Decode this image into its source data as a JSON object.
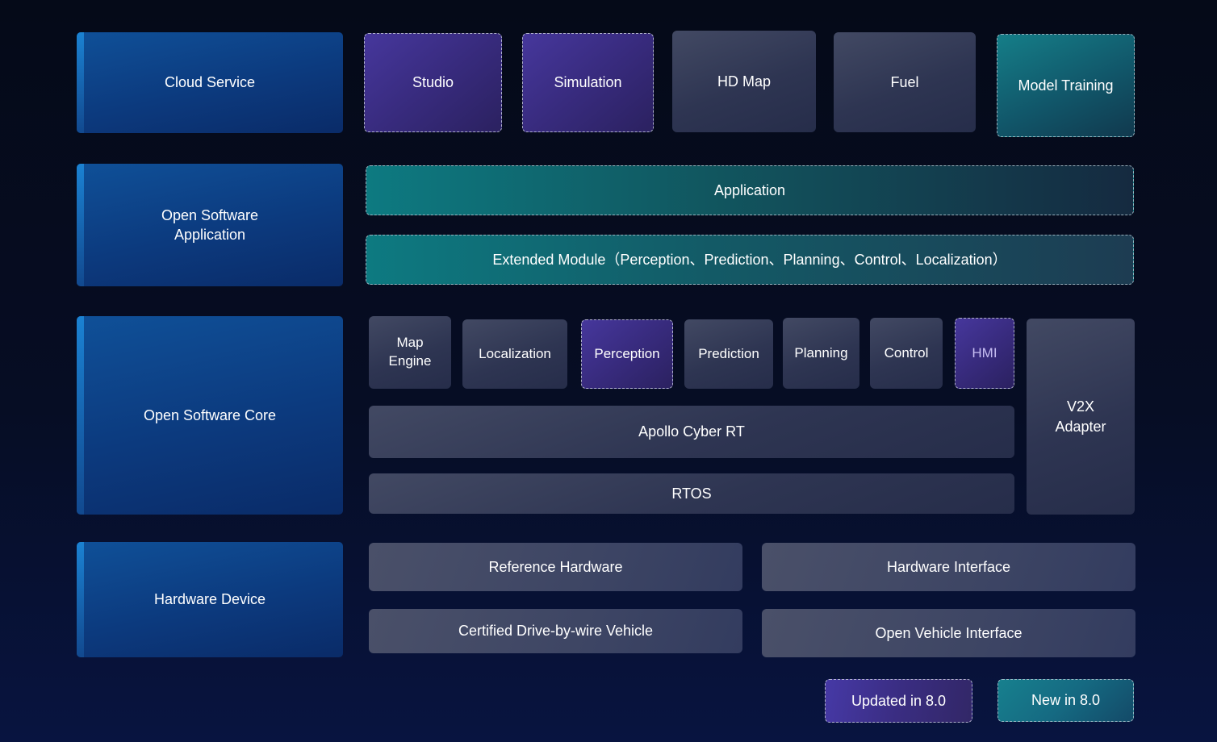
{
  "cloud": {
    "category": "Cloud Service",
    "products": [
      {
        "label": "Studio",
        "status": "updated"
      },
      {
        "label": "Simulation",
        "status": "updated"
      },
      {
        "label": "HD Map",
        "status": "default"
      },
      {
        "label": "Fuel",
        "status": "default"
      },
      {
        "label": "Model Training",
        "status": "new"
      }
    ]
  },
  "software_application": {
    "category": "Open Software Application",
    "application_label": "Application",
    "extended_module_label": "Extended Module（Perception、Prediction、Planning、Control、Localization）"
  },
  "software_core": {
    "category": "Open Software Core",
    "modules": [
      {
        "label": "Map Engine",
        "status": "default"
      },
      {
        "label": "Localization",
        "status": "default"
      },
      {
        "label": "Perception",
        "status": "updated"
      },
      {
        "label": "Prediction",
        "status": "default"
      },
      {
        "label": "Planning",
        "status": "default"
      },
      {
        "label": "Control",
        "status": "default"
      },
      {
        "label": "HMI",
        "status": "updated"
      }
    ],
    "middleware_label": "Apollo Cyber RT",
    "rtos_label": "RTOS",
    "v2x_label": "V2X Adapter"
  },
  "hardware": {
    "category": "Hardware Device",
    "items": [
      {
        "label": "Reference Hardware"
      },
      {
        "label": "Hardware Interface"
      },
      {
        "label": "Certified Drive-by-wire Vehicle"
      },
      {
        "label": "Open Vehicle Interface"
      }
    ]
  },
  "legend": {
    "updated_label": "Updated in 8.0",
    "new_label": "New in 8.0"
  },
  "colors": {
    "background_top": "#050a18",
    "background_bottom": "#081440",
    "category_blue": "#0f5098",
    "category_stripe_blue": "#1b82d2",
    "slate": "#424963",
    "updated_purple": "#46379c",
    "new_teal": "#0d7a81",
    "hmi_text": "#c6bdf2",
    "text": "#ffffff"
  }
}
